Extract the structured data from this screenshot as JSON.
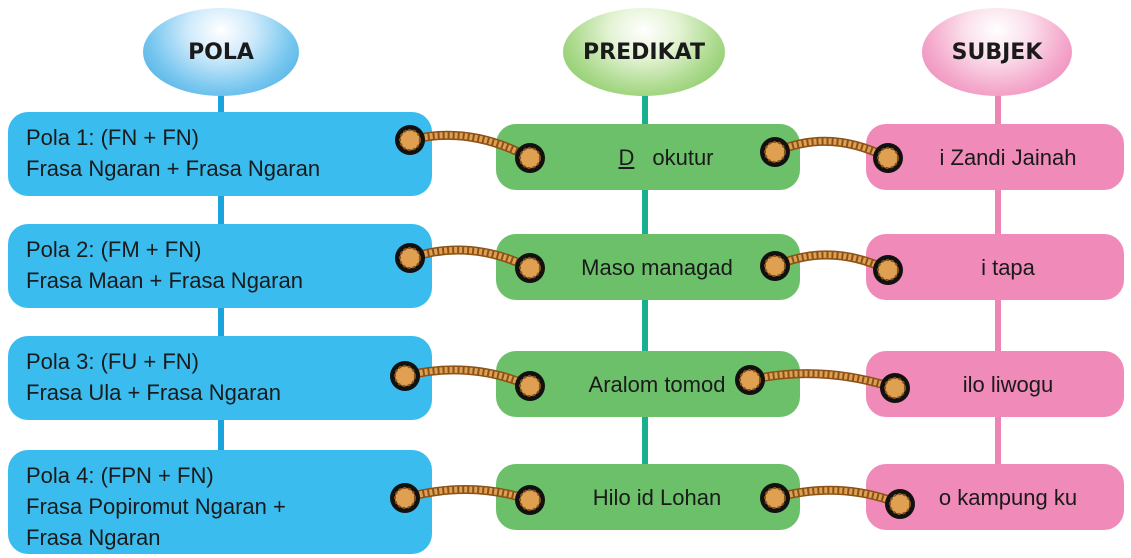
{
  "headers": {
    "pola": "POLA",
    "predikat": "PREDIKAT",
    "subjek": "SUBJEK"
  },
  "rows": [
    {
      "pola_line1": "Pola 1: (FN + FN)",
      "pola_line2": "Frasa Ngaran + Frasa Ngaran",
      "pola_line3": "",
      "predikat_first": "D",
      "predikat_rest": "okutur",
      "subjek": "i Zandi Jainah"
    },
    {
      "pola_line1": "Pola 2: (FM + FN)",
      "pola_line2": "Frasa Maan + Frasa Ngaran",
      "pola_line3": "",
      "predikat_first": "",
      "predikat_rest": "Maso managad",
      "subjek": "i tapa"
    },
    {
      "pola_line1": "Pola 3: (FU + FN)",
      "pola_line2": "Frasa Ula + Frasa Ngaran",
      "pola_line3": "",
      "predikat_first": "",
      "predikat_rest": "Aralom tomod",
      "subjek": "ilo liwogu"
    },
    {
      "pola_line1": "Pola 4: (FPN + FN)",
      "pola_line2": "Frasa Popiromut Ngaran +",
      "pola_line3": "Frasa Ngaran",
      "predikat_first": "",
      "predikat_rest": "Hilo id Lohan",
      "subjek": "o kampung ku"
    }
  ],
  "colors": {
    "pola": "#3bbcee",
    "predikat": "#6cc06a",
    "subjek": "#f08ab8",
    "rope": "#e0a052",
    "rope_dark": "#8a5218"
  }
}
